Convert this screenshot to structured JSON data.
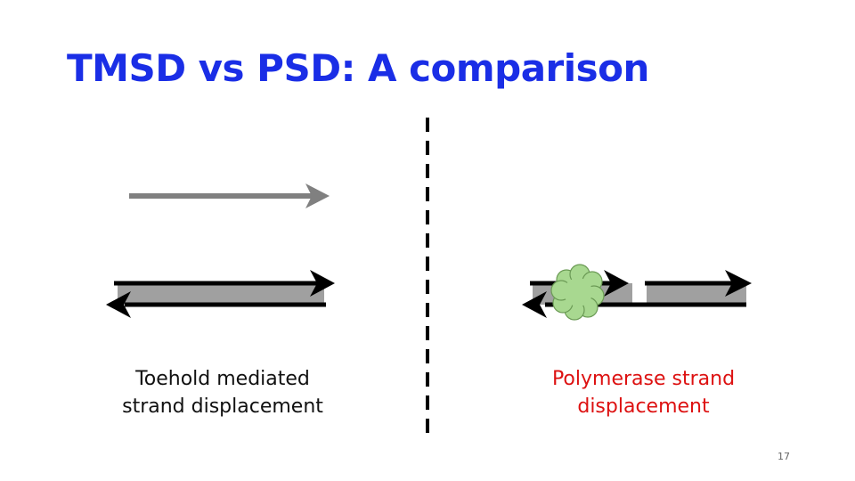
{
  "slide": {
    "title": "TMSD vs PSD: A comparison",
    "page_number": "17"
  },
  "left_panel": {
    "caption_line1": "Toehold mediated",
    "caption_line2": "strand displacement",
    "caption_color": "#111111"
  },
  "right_panel": {
    "caption_line1": "Polymerase strand",
    "caption_line2": "displacement",
    "caption_color": "#dd1111"
  },
  "colors": {
    "title": "#1a2ee6",
    "strand_dark": "#000000",
    "strand_gray": "#808080",
    "duplex_fill": "#a0a0a0",
    "polymerase": "#a8d890",
    "divider": "#000000"
  },
  "icons": {
    "polymerase": "polymerase-blob",
    "divider": "dashed-divider"
  }
}
